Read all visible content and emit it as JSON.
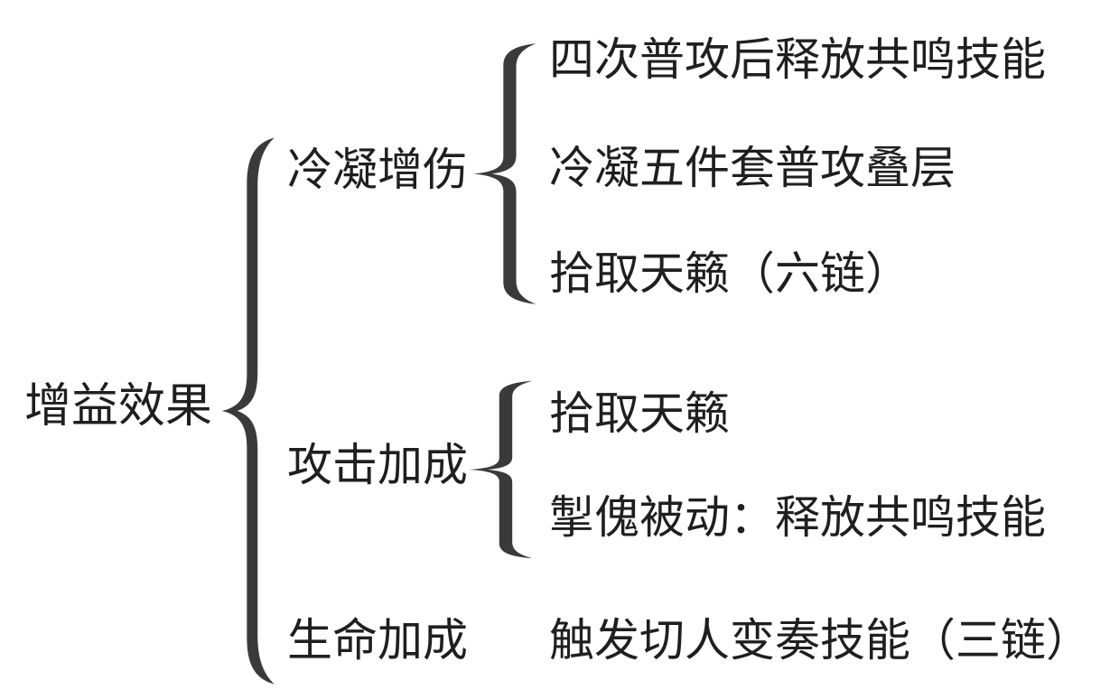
{
  "colors": {
    "bg": "#ffffff",
    "text": "#1f1f1f",
    "brace": "#3a3a3d"
  },
  "diagram": {
    "root_label": "增益效果",
    "branches": [
      {
        "label": "冷凝增伤",
        "children": [
          "四次普攻后释放共鸣技能",
          "冷凝五件套普攻叠层",
          "拾取天籁（六链）"
        ]
      },
      {
        "label": "攻击加成",
        "children": [
          "拾取天籁",
          "掣傀被动：释放共鸣技能"
        ]
      },
      {
        "label": "生命加成",
        "children": [
          "触发切人变奏技能（三链）"
        ]
      }
    ]
  }
}
